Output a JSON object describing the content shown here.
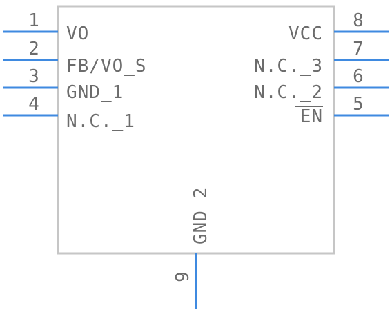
{
  "pins": [
    {
      "number": "1",
      "name": "VO"
    },
    {
      "number": "2",
      "name": "FB/VO_S"
    },
    {
      "number": "3",
      "name": "GND_1"
    },
    {
      "number": "4",
      "name": "N.C._1"
    },
    {
      "number": "8",
      "name": "VCC"
    },
    {
      "number": "7",
      "name": "N.C._3"
    },
    {
      "number": "6",
      "name": "N.C._2"
    },
    {
      "number": "5",
      "name": "EN",
      "active_low": true
    },
    {
      "number": "9",
      "name": "GND_2"
    }
  ],
  "colors": {
    "pin_line": "#3f8ae0",
    "body_outline": "#c6c6c6",
    "text": "#6c6c6c"
  }
}
